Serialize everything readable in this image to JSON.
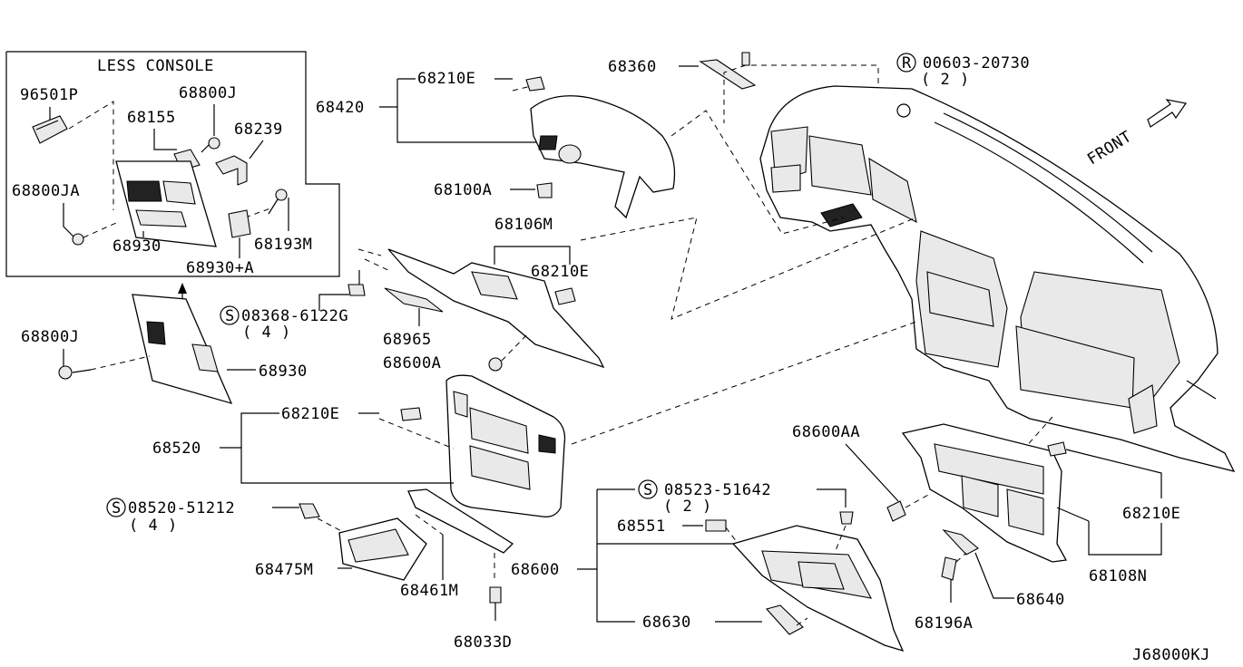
{
  "inset": {
    "title": "LESS CONSOLE"
  },
  "labels": {
    "p96501P": "96501P",
    "p68800J_a": "68800J",
    "p68155": "68155",
    "p68239": "68239",
    "p68800JA": "68800JA",
    "p68930_a": "68930",
    "p68193M": "68193M",
    "p68930A": "68930+A",
    "p68800J_b": "68800J",
    "p68930_b": "68930",
    "p68420": "68420",
    "p68210E_a": "68210E",
    "p68100A": "68100A",
    "p68106M": "68106M",
    "p68210E_b": "68210E",
    "p08368": "08368-6122G",
    "q08368": "( 4 )",
    "p68965": "68965",
    "p68600A": "68600A",
    "p68360": "68360",
    "p00603": "00603-20730",
    "q00603": "( 2 )",
    "front": "FRONT",
    "p68520": "68520",
    "p68210E_c": "68210E",
    "p08520": "08520-51212",
    "q08520": "( 4 )",
    "p68475M": "68475M",
    "p68461M": "68461M",
    "p68033D": "68033D",
    "p68600AA": "68600AA",
    "p08523": "08523-51642",
    "q08523": "( 2 )",
    "p68551": "68551",
    "p68600": "68600",
    "p68630": "68630",
    "p68210E_d": "68210E",
    "p68108N": "68108N",
    "p68640": "68640",
    "p68196A": "68196A",
    "diagram_code": "J68000KJ"
  },
  "symbols": {
    "s": "S",
    "r": "R"
  }
}
